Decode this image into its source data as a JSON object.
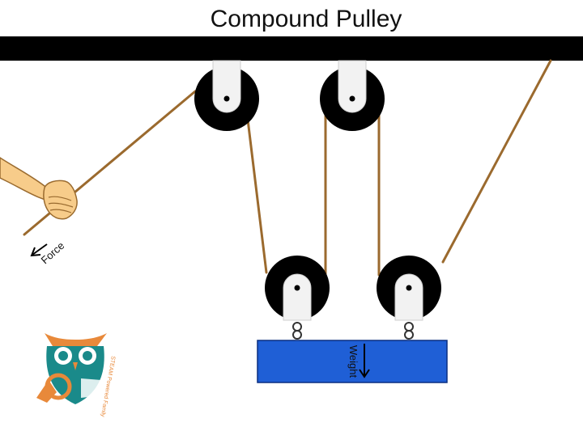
{
  "diagram": {
    "title": "Compound Pulley",
    "force_label": "Force",
    "weight_label": "Weight",
    "logo_text": "STEAM Powered Family"
  },
  "colors": {
    "beam": "#000000",
    "pulley_wheel": "#000000",
    "pulley_bracket": "#f2f2f2",
    "rope": "#9b6a2e",
    "weight_block": "#1f5fd6",
    "weight_border": "#0a2f80",
    "hand_skin": "#f7cc8a",
    "hand_outline": "#9a6b2f",
    "logo_teal": "#1a8a8a",
    "logo_orange": "#e8893a"
  },
  "icons": {
    "force_arrow": "arrow-down-left-icon",
    "weight_arrow": "arrow-down-icon",
    "hook": "hook-icon",
    "logo": "owl-logo-icon"
  }
}
